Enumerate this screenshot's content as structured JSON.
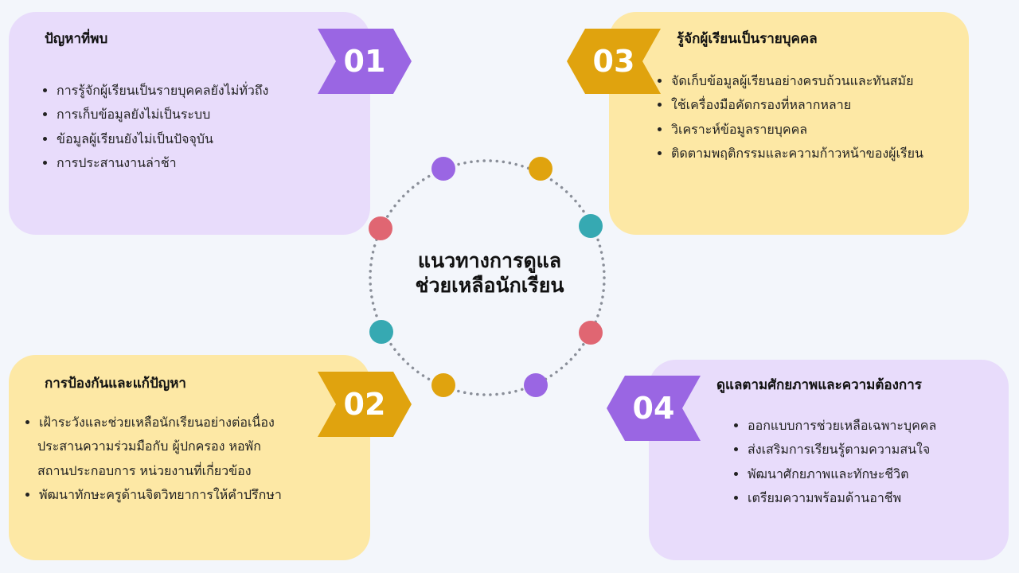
{
  "center": {
    "line1": "แนวทางการดูแล",
    "line2": "ช่วยเหลือนักเรียน"
  },
  "colors": {
    "purple": "#9a66e3",
    "gold": "#e0a30e",
    "teal": "#36a9b2",
    "red": "#e06672",
    "lilac_panel": "#e8dcfb",
    "yellow_panel": "#fde8a5",
    "ring": "#8a8f99"
  },
  "panels": {
    "p01": {
      "number": "01",
      "title": "ปัญหาที่พบ",
      "items": [
        "การรู้จักผู้เรียนเป็นรายบุคคลยังไม่ทั่วถึง",
        "การเก็บข้อมูลยังไม่เป็นระบบ",
        "ข้อมูลผู้เรียนยังไม่เป็นปัจจุบัน",
        "การประสานงานล่าช้า"
      ]
    },
    "p02": {
      "number": "02",
      "title": "การป้องกันและแก้ปัญหา",
      "items": [
        "เฝ้าระวังและช่วยเหลือนักเรียนอย่างต่อเนื่อง",
        "ประสานความร่วมมือกับ ผู้ปกครอง หอพัก",
        "สถานประกอบการ หน่วยงานที่เกี่ยวข้อง",
        "พัฒนาทักษะครูด้านจิตวิทยาการให้คำปรึกษา"
      ]
    },
    "p03": {
      "number": "03",
      "title": "รู้จักผู้เรียนเป็นรายบุคคล",
      "items": [
        "จัดเก็บข้อมูลผู้เรียนอย่างครบถ้วนและทันสมัย",
        "ใช้เครื่องมือคัดกรองที่หลากหลาย",
        "วิเคราะห์ข้อมูลรายบุคคล",
        "ติดตามพฤติกรรมและความก้าวหน้าของผู้เรียน"
      ]
    },
    "p04": {
      "number": "04",
      "title": "ดูแลตามศักยภาพและความต้องการ",
      "items": [
        "ออกแบบการช่วยเหลือเฉพาะบุคคล",
        "ส่งเสริมการเรียนรู้ตามความสนใจ",
        "พัฒนาศักยภาพและทักษะชีวิต",
        "เตรียมความพร้อมด้านอาชีพ"
      ]
    }
  }
}
